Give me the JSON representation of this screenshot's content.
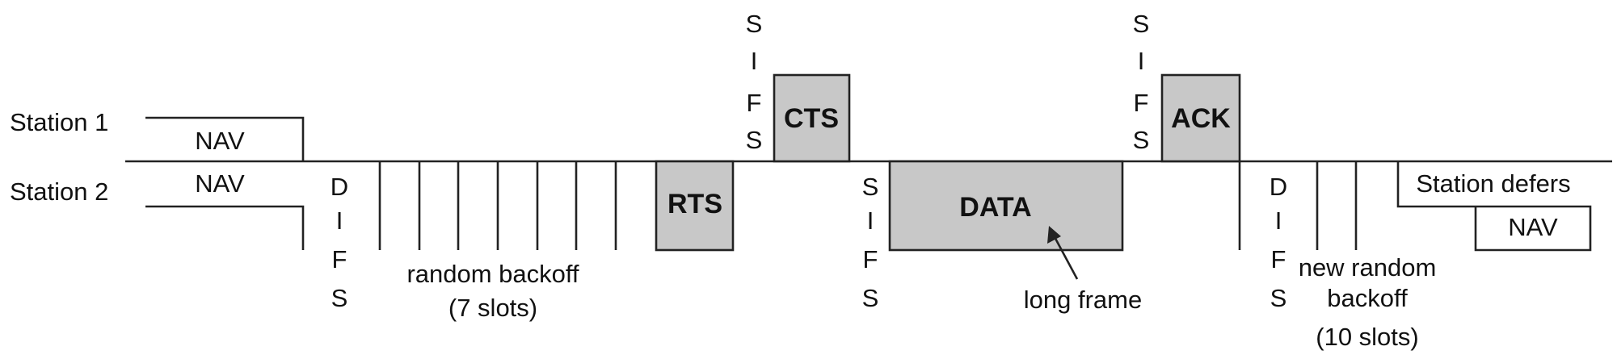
{
  "stations": {
    "station1": "Station 1",
    "station2": "Station 2"
  },
  "nav": {
    "station1": "NAV",
    "station2": "NAV",
    "deferred": "NAV"
  },
  "frames": {
    "rts": "RTS",
    "cts": "CTS",
    "data": "DATA",
    "ack": "ACK"
  },
  "spacing": {
    "difs": [
      "D",
      "I",
      "F",
      "S"
    ],
    "sifs": [
      "S",
      "I",
      "F",
      "S"
    ]
  },
  "annotations": {
    "backoff_line1": "random backoff",
    "backoff_line2": "(7 slots)",
    "long_frame": "long frame",
    "new_backoff_line1": "new random",
    "new_backoff_line2": "backoff",
    "new_backoff_line3": "(10 slots)",
    "station_defers": "Station defers"
  }
}
